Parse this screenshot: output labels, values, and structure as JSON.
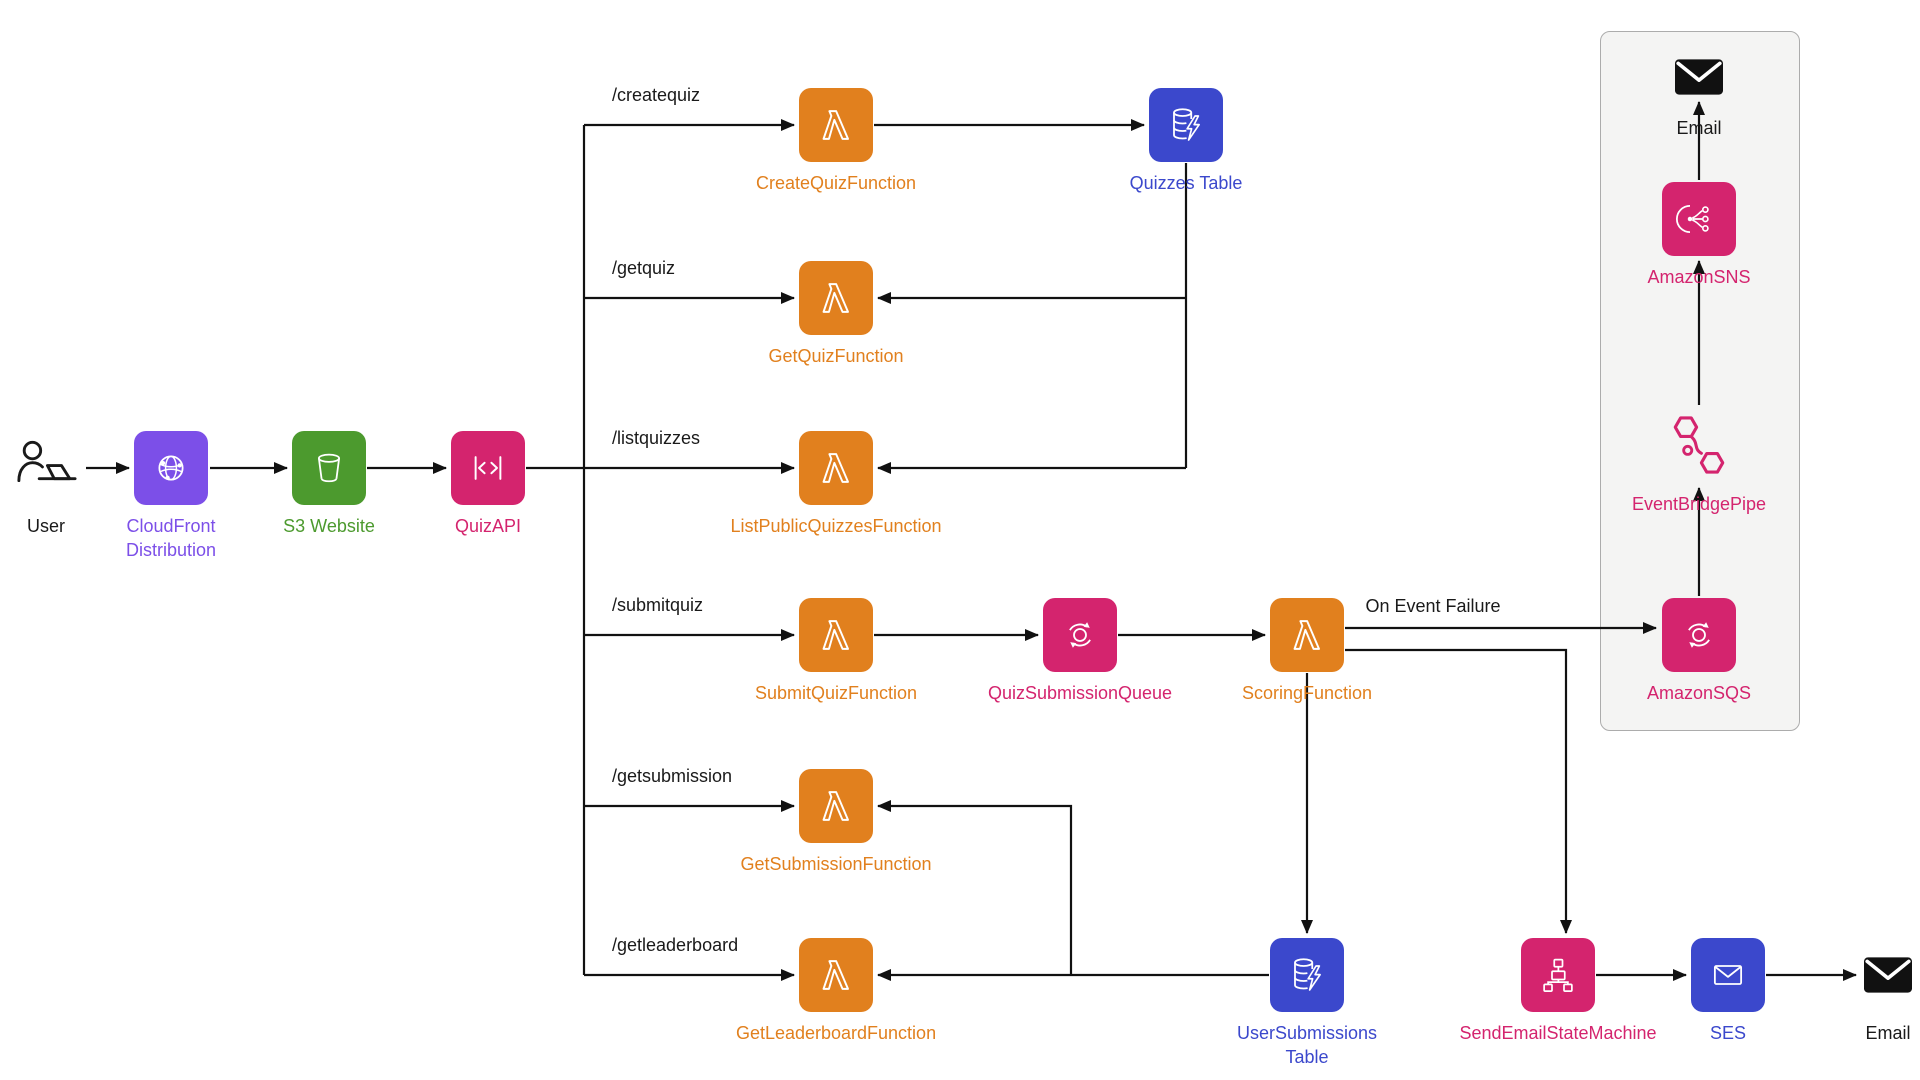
{
  "diagram": {
    "nodes": {
      "user": {
        "label": "User"
      },
      "cloudfront": {
        "label": "CloudFront Distribution"
      },
      "s3": {
        "label": "S3 Website"
      },
      "quizapi": {
        "label": "QuizAPI"
      },
      "create_quiz_fn": {
        "label": "CreateQuizFunction"
      },
      "quizzes_table": {
        "label": "Quizzes Table"
      },
      "get_quiz_fn": {
        "label": "GetQuizFunction"
      },
      "list_quizzes_fn": {
        "label": "ListPublicQuizzesFunction"
      },
      "submit_quiz_fn": {
        "label": "SubmitQuizFunction"
      },
      "quiz_submission_queue": {
        "label": "QuizSubmissionQueue"
      },
      "scoring_fn": {
        "label": "ScoringFunction"
      },
      "get_submission_fn": {
        "label": "GetSubmissionFunction"
      },
      "get_leaderboard_fn": {
        "label": "GetLeaderboardFunction"
      },
      "user_submissions_table": {
        "label": "UserSubmissions Table"
      },
      "send_email_state_machine": {
        "label": "SendEmailStateMachine"
      },
      "ses": {
        "label": "SES"
      },
      "email_out": {
        "label": "Email"
      },
      "email_top": {
        "label": "Email"
      },
      "amazon_sns": {
        "label": "AmazonSNS"
      },
      "eventbridge_pipe": {
        "label": "EventBridgePipe"
      },
      "amazon_sqs": {
        "label": "AmazonSQS"
      }
    },
    "routes": {
      "createquiz": "/createquiz",
      "getquiz": "/getquiz",
      "listquizzes": "/listquizzes",
      "submitquiz": "/submitquiz",
      "getsubmission": "/getsubmission",
      "getleaderboard": "/getleaderboard"
    },
    "annotations": {
      "on_event_failure": "On Event Failure"
    },
    "colors": {
      "orange": "#E1801E",
      "pink": "#D4246E",
      "blue": "#3B48CC",
      "purple": "#7C4FE8",
      "green": "#4C9A2E",
      "line": "#111111",
      "group_bg": "#F4F4F3",
      "group_border": "#ACACAC"
    }
  }
}
